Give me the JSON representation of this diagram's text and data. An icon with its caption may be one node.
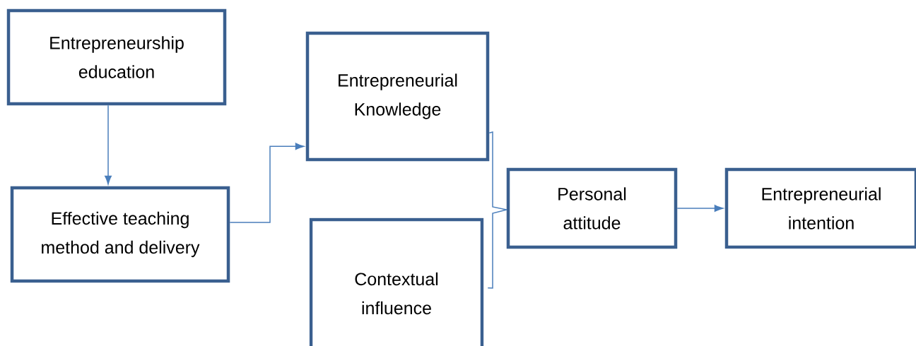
{
  "diagram": {
    "nodes": [
      {
        "text": [
          "Entrepreneurship education"
        ]
      },
      {
        "text": [
          "Effective teaching method and delivery"
        ]
      },
      {
        "text": [
          "Entrepreneurial Knowledge"
        ]
      },
      {
        "text": [
          "Contextual influence"
        ]
      },
      {
        "text": [
          "Personal attitude"
        ]
      },
      {
        "text": [
          "Entrepreneurial intention"
        ]
      }
    ],
    "edges": [
      {
        "from": 0,
        "to": 1,
        "arrow": "to"
      },
      {
        "from": 1,
        "to": 2,
        "arrow": "to"
      },
      {
        "from": 4,
        "to": 5,
        "arrow": "to"
      },
      {
        "from": 2,
        "to": 4,
        "arrow": "none"
      },
      {
        "from": 3,
        "to": 4,
        "arrow": "none"
      }
    ]
  }
}
